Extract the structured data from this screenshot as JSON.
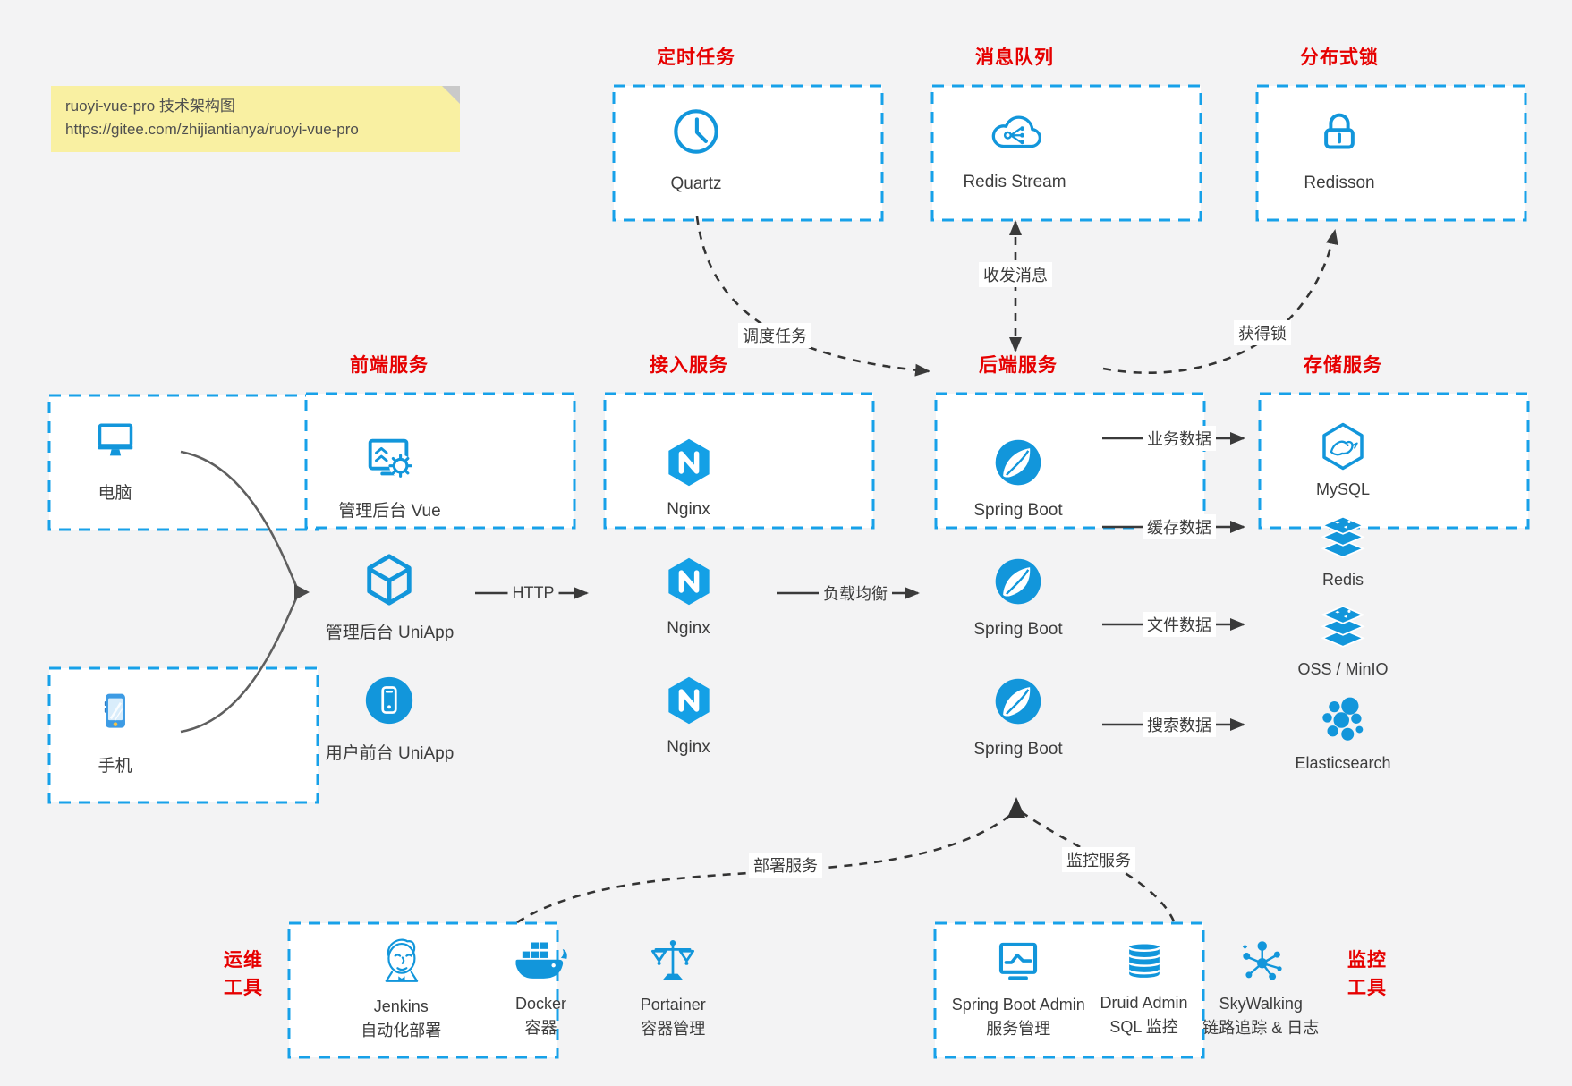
{
  "note": {
    "line1": "ruoyi-vue-pro 技术架构图",
    "line2": "https://gitee.com/zhijiantianya/ruoyi-vue-pro"
  },
  "colors": {
    "accent_blue": "#1296db",
    "dashed_border_blue": "#17a1e9",
    "title_red": "#e60000",
    "arrow_dark": "#3a3a3a",
    "note_bg": "#f9f0a2",
    "page_bg": "#f3f3f4"
  },
  "top": {
    "scheduled": {
      "title": "定时任务",
      "item": {
        "label": "Quartz",
        "icon": "clock-icon"
      }
    },
    "mq": {
      "title": "消息队列",
      "item": {
        "label": "Redis Stream",
        "icon": "cloud-stream-icon"
      }
    },
    "lock": {
      "title": "分布式锁",
      "item": {
        "label": "Redisson",
        "icon": "padlock-icon"
      }
    }
  },
  "clients": {
    "pc": {
      "label": "电脑",
      "icon": "desktop-icon"
    },
    "mobile": {
      "label": "手机",
      "icon": "smartphone-icon"
    }
  },
  "frontend": {
    "title": "前端服务",
    "items": [
      {
        "label": "管理后台 Vue",
        "icon": "admin-screen-gear-icon"
      },
      {
        "label": "管理后台 UniApp",
        "icon": "cube-icon"
      },
      {
        "label": "用户前台 UniApp",
        "icon": "app-circle-icon"
      }
    ]
  },
  "gateway": {
    "title": "接入服务",
    "items": [
      {
        "label": "Nginx",
        "icon": "nginx-hexagon-icon"
      },
      {
        "label": "Nginx",
        "icon": "nginx-hexagon-icon"
      },
      {
        "label": "Nginx",
        "icon": "nginx-hexagon-icon"
      }
    ]
  },
  "backend": {
    "title": "后端服务",
    "items": [
      {
        "label": "Spring Boot",
        "icon": "spring-leaf-icon"
      },
      {
        "label": "Spring Boot",
        "icon": "spring-leaf-icon"
      },
      {
        "label": "Spring Boot",
        "icon": "spring-leaf-icon"
      }
    ]
  },
  "storage": {
    "title": "存储服务",
    "items": [
      {
        "label": "MySQL",
        "icon": "mysql-dolphin-icon"
      },
      {
        "label": "Redis",
        "icon": "layer-stack-icon"
      },
      {
        "label": "OSS / MinIO",
        "icon": "layer-stack-icon"
      },
      {
        "label": "Elasticsearch",
        "icon": "elasticsearch-cluster-icon"
      }
    ]
  },
  "ops": {
    "title": "运维\n工具",
    "items": [
      {
        "label": "Jenkins",
        "sub": "自动化部署",
        "icon": "jenkins-butler-icon"
      },
      {
        "label": "Docker",
        "sub": "容器",
        "icon": "docker-whale-icon"
      },
      {
        "label": "Portainer",
        "sub": "容器管理",
        "icon": "scales-icon"
      }
    ]
  },
  "monitoring": {
    "title": "监控\n工具",
    "items": [
      {
        "label": "Spring Boot Admin",
        "sub": "服务管理",
        "icon": "chart-screen-icon"
      },
      {
        "label": "Druid Admin",
        "sub": "SQL 监控",
        "icon": "database-icon"
      },
      {
        "label": "SkyWalking",
        "sub": "链路追踪 & 日志",
        "icon": "topology-icon"
      }
    ]
  },
  "edges": {
    "http": "HTTP",
    "load_balance": "负载均衡",
    "business_data": "业务数据",
    "cache_data": "缓存数据",
    "file_data": "文件数据",
    "search_data": "搜索数据",
    "schedule": "调度任务",
    "message": "收发消息",
    "acquire_lock": "获得锁",
    "deploy": "部署服务",
    "monitor": "监控服务"
  }
}
